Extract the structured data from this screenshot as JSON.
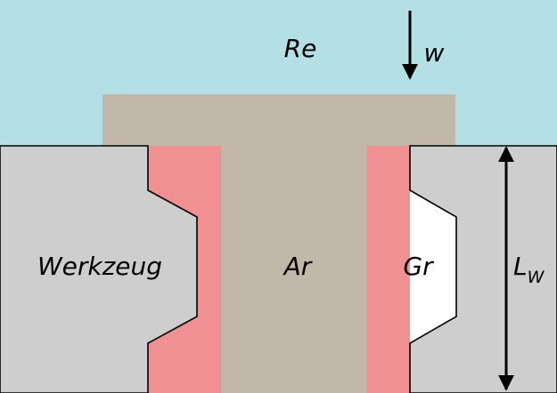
{
  "labels": {
    "reservoir": "Re",
    "velocity": "w",
    "tool": "Werkzeug",
    "workpiece": "Ar",
    "gap": "Gr",
    "length_main": "L",
    "length_sub": "W"
  },
  "colors": {
    "reservoir": "#b4dfe4",
    "workpiece": "#c1b8a9",
    "tool": "#cecece",
    "gap": "#f09092",
    "stroke": "#000000"
  },
  "icons": {
    "velocity_arrow": "down-arrow-icon",
    "length_arrow": "vertical-double-arrow-icon"
  }
}
